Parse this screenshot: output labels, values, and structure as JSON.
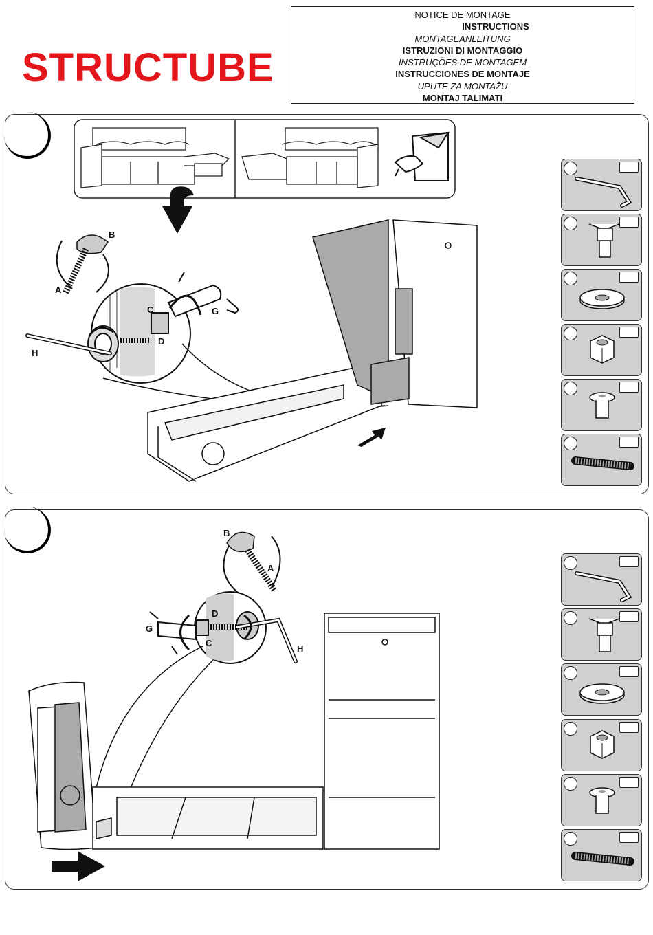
{
  "brand": {
    "name": "STRUCTUBE",
    "color": "#e3161b"
  },
  "header": {
    "titles": [
      {
        "text": "NOTICE DE MONTAGE",
        "style": "normal"
      },
      {
        "text": "INSTRUCTIONS",
        "style": "bold"
      },
      {
        "text": "MONTAGEANLEITUNG",
        "style": "italic"
      },
      {
        "text": "ISTRUZIONI DI MONTAGGIO",
        "style": "bold"
      },
      {
        "text": "INSTRUÇÕES DE MONTAGEM",
        "style": "italic"
      },
      {
        "text": "INSTRUCCIONES DE MONTAJE",
        "style": "bold"
      },
      {
        "text": "UPUTE ZA MONTAŽU",
        "style": "italic"
      },
      {
        "text": "MONTAJ TALIMATI",
        "style": "bold"
      }
    ]
  },
  "step1": {
    "labels": {
      "a": "A",
      "b": "B",
      "c": "C",
      "d": "D",
      "g": "G",
      "h": "H"
    },
    "parts": [
      {
        "icon": "allen-key-icon"
      },
      {
        "icon": "wing-nut-icon"
      },
      {
        "icon": "washer-icon"
      },
      {
        "icon": "hex-nut-icon"
      },
      {
        "icon": "barrel-nut-icon"
      },
      {
        "icon": "threaded-rod-icon"
      }
    ]
  },
  "step2": {
    "labels": {
      "a": "A",
      "b": "B",
      "c": "C",
      "d": "D",
      "g": "G",
      "h": "H"
    },
    "parts": [
      {
        "icon": "allen-key-icon"
      },
      {
        "icon": "wing-nut-icon"
      },
      {
        "icon": "washer-icon"
      },
      {
        "icon": "hex-nut-icon"
      },
      {
        "icon": "barrel-nut-icon"
      },
      {
        "icon": "threaded-rod-icon"
      }
    ]
  }
}
